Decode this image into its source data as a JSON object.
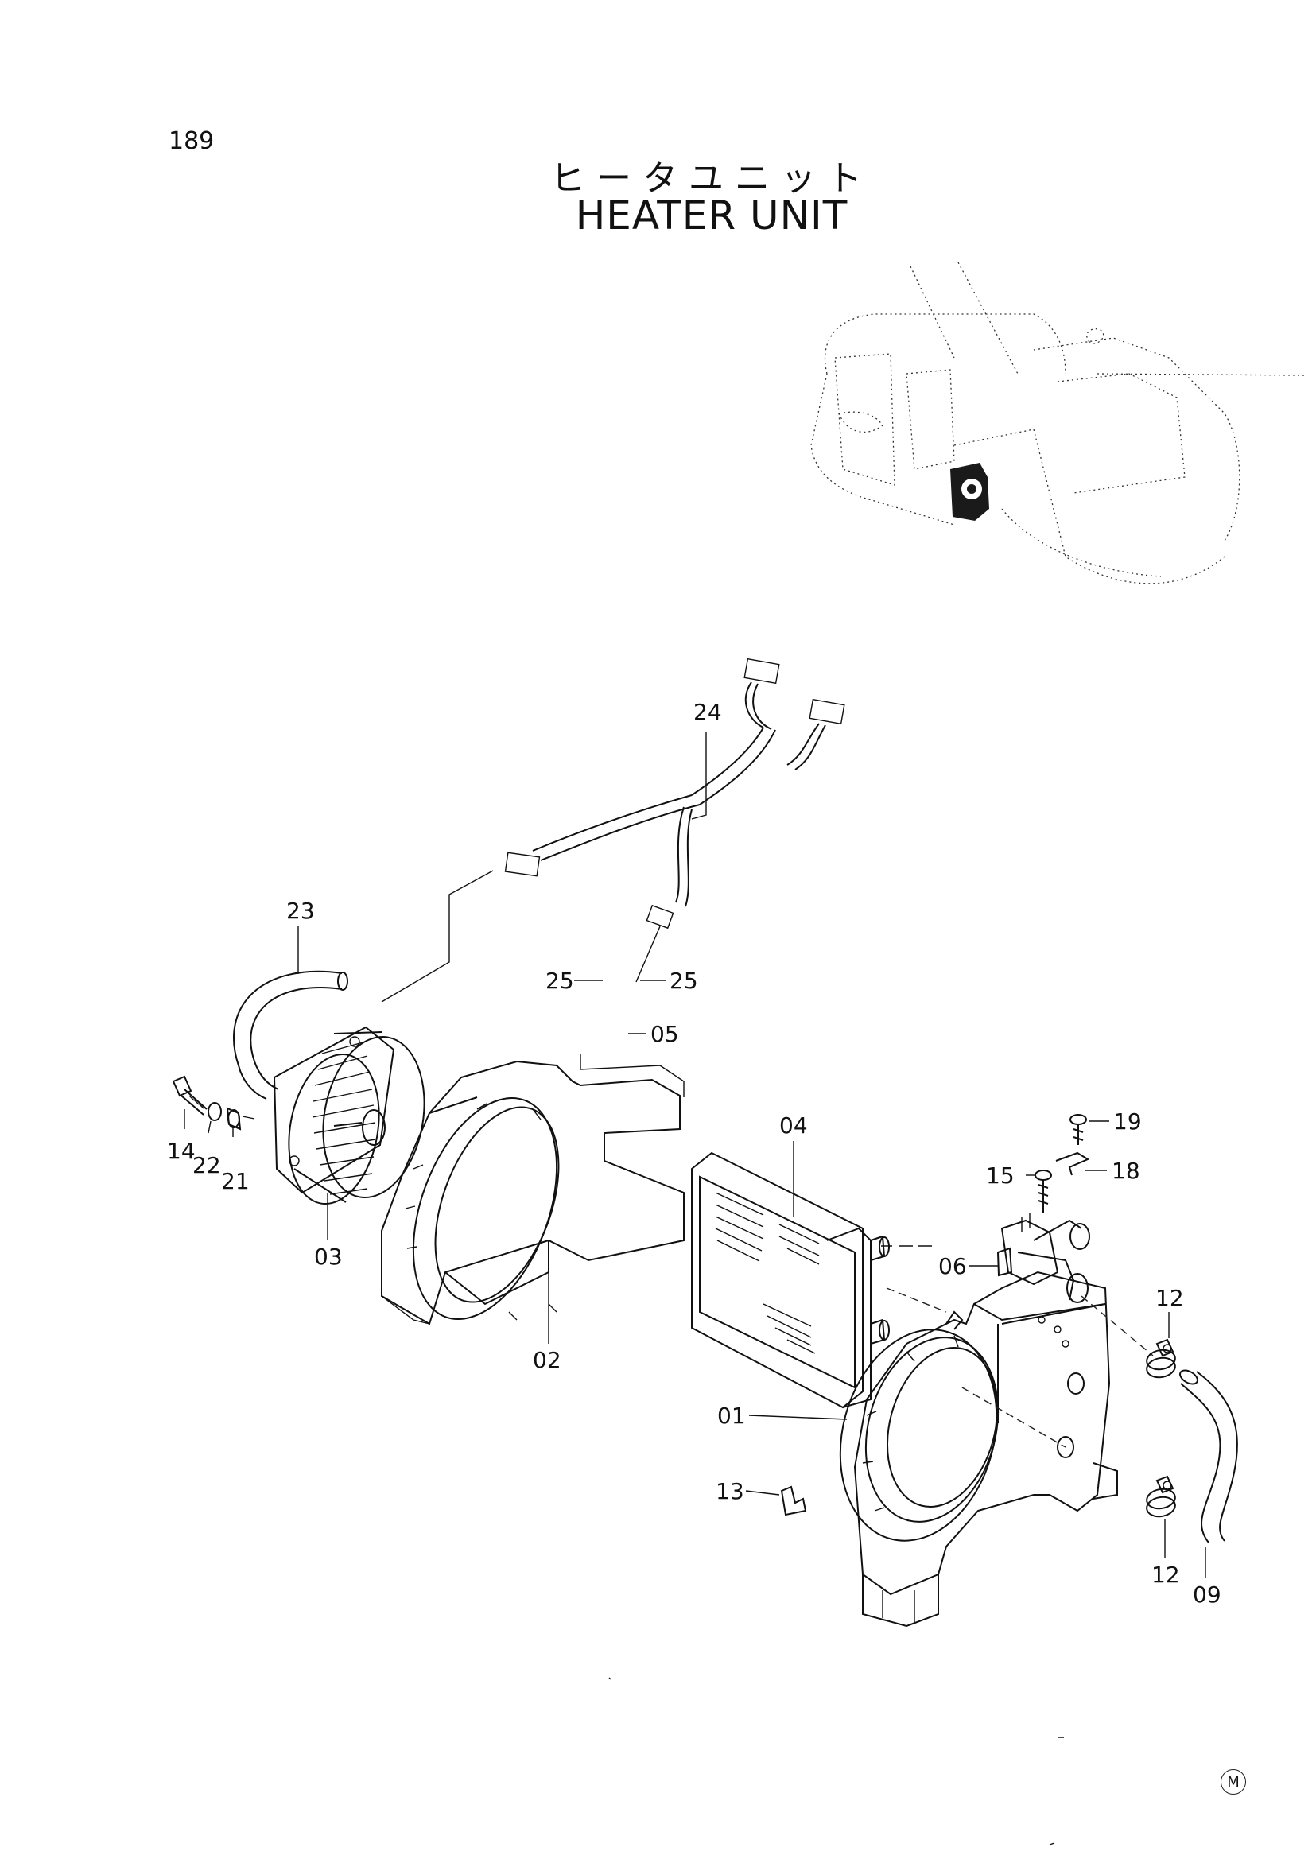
{
  "page": {
    "number": "189",
    "title_jp": "ヒータユニット",
    "title_en": "HEATER UNIT",
    "mark": "M"
  },
  "callouts": {
    "c24": "24",
    "c23": "23",
    "c25a": "25",
    "c25b": "25",
    "c05": "05",
    "c14": "14",
    "c22": "22",
    "c21": "21",
    "c03": "03",
    "c02": "02",
    "c04": "04",
    "c19": "19",
    "c15": "15",
    "c18": "18",
    "c06": "06",
    "c12a": "12",
    "c01": "01",
    "c13": "13",
    "c12b": "12",
    "c09": "09"
  }
}
